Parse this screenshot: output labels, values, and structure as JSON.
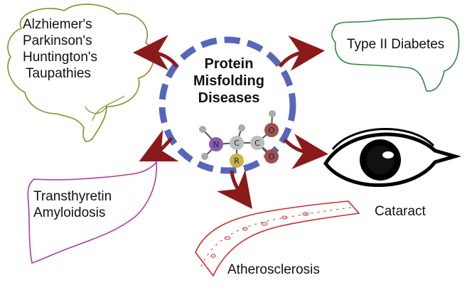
{
  "center": {
    "title_lines": [
      "Protein",
      "Misfolding",
      "Diseases"
    ],
    "ring_color": "#5566bb",
    "arrow_color": "#8b1a1a"
  },
  "molecule": {
    "atoms": {
      "nitrogen": "N",
      "carbon_alpha": "C",
      "carbon_carboxyl": "C",
      "oxygen_top": "O",
      "oxygen_bottom": "O",
      "r_group": "R"
    }
  },
  "diseases": {
    "brain": {
      "icon": "brain-icon",
      "color": "#8a8a2a",
      "lines": [
        "Alzhiemer's",
        "Parkinson's",
        "Huntington's",
        "Taupathies"
      ]
    },
    "pancreas": {
      "icon": "pancreas-icon",
      "color": "#2a8a3a",
      "lines": [
        "Type II Diabetes"
      ]
    },
    "liver": {
      "icon": "liver-icon",
      "color": "#b5399b",
      "lines": [
        "Transthyretin",
        "Amyloidosis"
      ]
    },
    "artery": {
      "icon": "artery-icon",
      "color": "#d02a2a",
      "lines": [
        "Atherosclerosis"
      ]
    },
    "eye": {
      "icon": "eye-icon",
      "color": "#000000",
      "lines": [
        "Cataract"
      ]
    }
  }
}
